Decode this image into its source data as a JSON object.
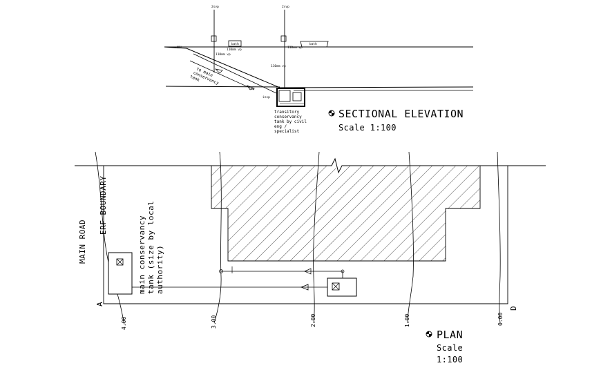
{
  "sectional_elevation": {
    "title": "SECTIONAL ELEVATION",
    "scale": "Scale 1:100",
    "labels": {
      "to_main_tank": [
        "to main",
        "conservancy",
        "tank"
      ],
      "transitory_tank": [
        "transitory",
        "conservancy",
        "tank by civil",
        "eng /",
        "specialist"
      ],
      "tag_left_top": "2svp",
      "tag_right_top": "2svp",
      "tag_left_note": "110mm vp",
      "tag_right_note": "110mm vp",
      "tag_left_box": "bath",
      "tag_right_box": "bath",
      "tag_ngl": "NGL",
      "tag_inv": "inv",
      "tag_left_vp": "110mm vp",
      "tag_mid_vp": "110mm vp",
      "tag_insp": "insp"
    }
  },
  "plan": {
    "title": "PLAN",
    "scale_line1": "Scale",
    "scale_line2": "1:100",
    "main_road": "MAIN ROAD",
    "erf_boundary": "ERF BOUNDARY",
    "tank_note": [
      "main conservancy",
      "tank (size by local",
      "authority)"
    ],
    "section_start": "A",
    "section_end": "D",
    "contours": [
      "4.00",
      "3.00",
      "2.00",
      "1.00",
      "0.00"
    ]
  }
}
